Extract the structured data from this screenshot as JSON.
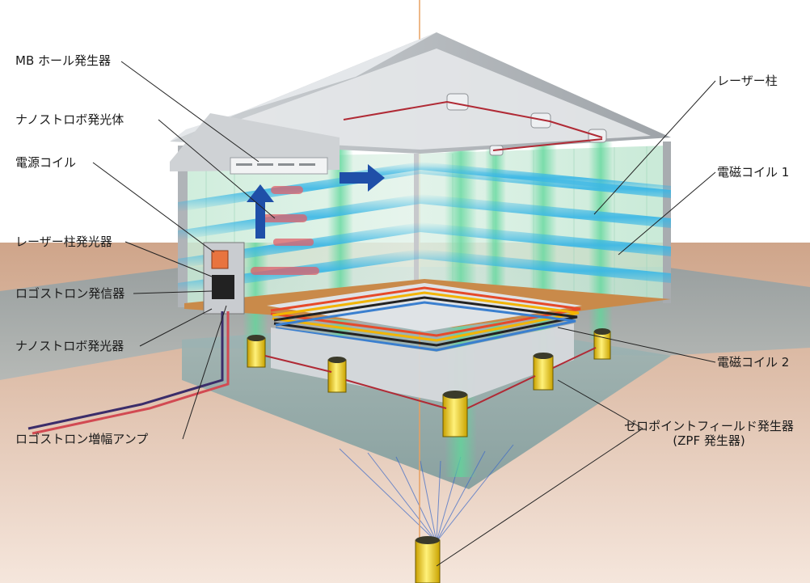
{
  "labels": {
    "mb_hall": "MB ホール発生器",
    "nano_robo_body": "ナノストロボ発光体",
    "power_coil": "電源コイル",
    "laser_pillar_emitter": "レーザー柱発光器",
    "logostron_transmitter": "ロゴストロン発信器",
    "nano_robo_emitter": "ナノストロボ発光器",
    "logostron_amp": "ロゴストロン増幅アンプ",
    "laser_pillar": "レーザー柱",
    "em_coil_1": "電磁コイル 1",
    "em_coil_2": "電磁コイル 2",
    "zpf_line1": "ゼロポイントフィールド発生器",
    "zpf_line2": "(ZPF 発生器)"
  },
  "colors": {
    "laser_green": "#5fd79a",
    "em_blue": "#38b6e6",
    "arrow_blue": "#1f4fa8",
    "coil_red": "#e0606a",
    "zpf_yellow": "#f2d22e",
    "floor_wood": "#c98a4a",
    "ground": "#e6c7b2"
  }
}
